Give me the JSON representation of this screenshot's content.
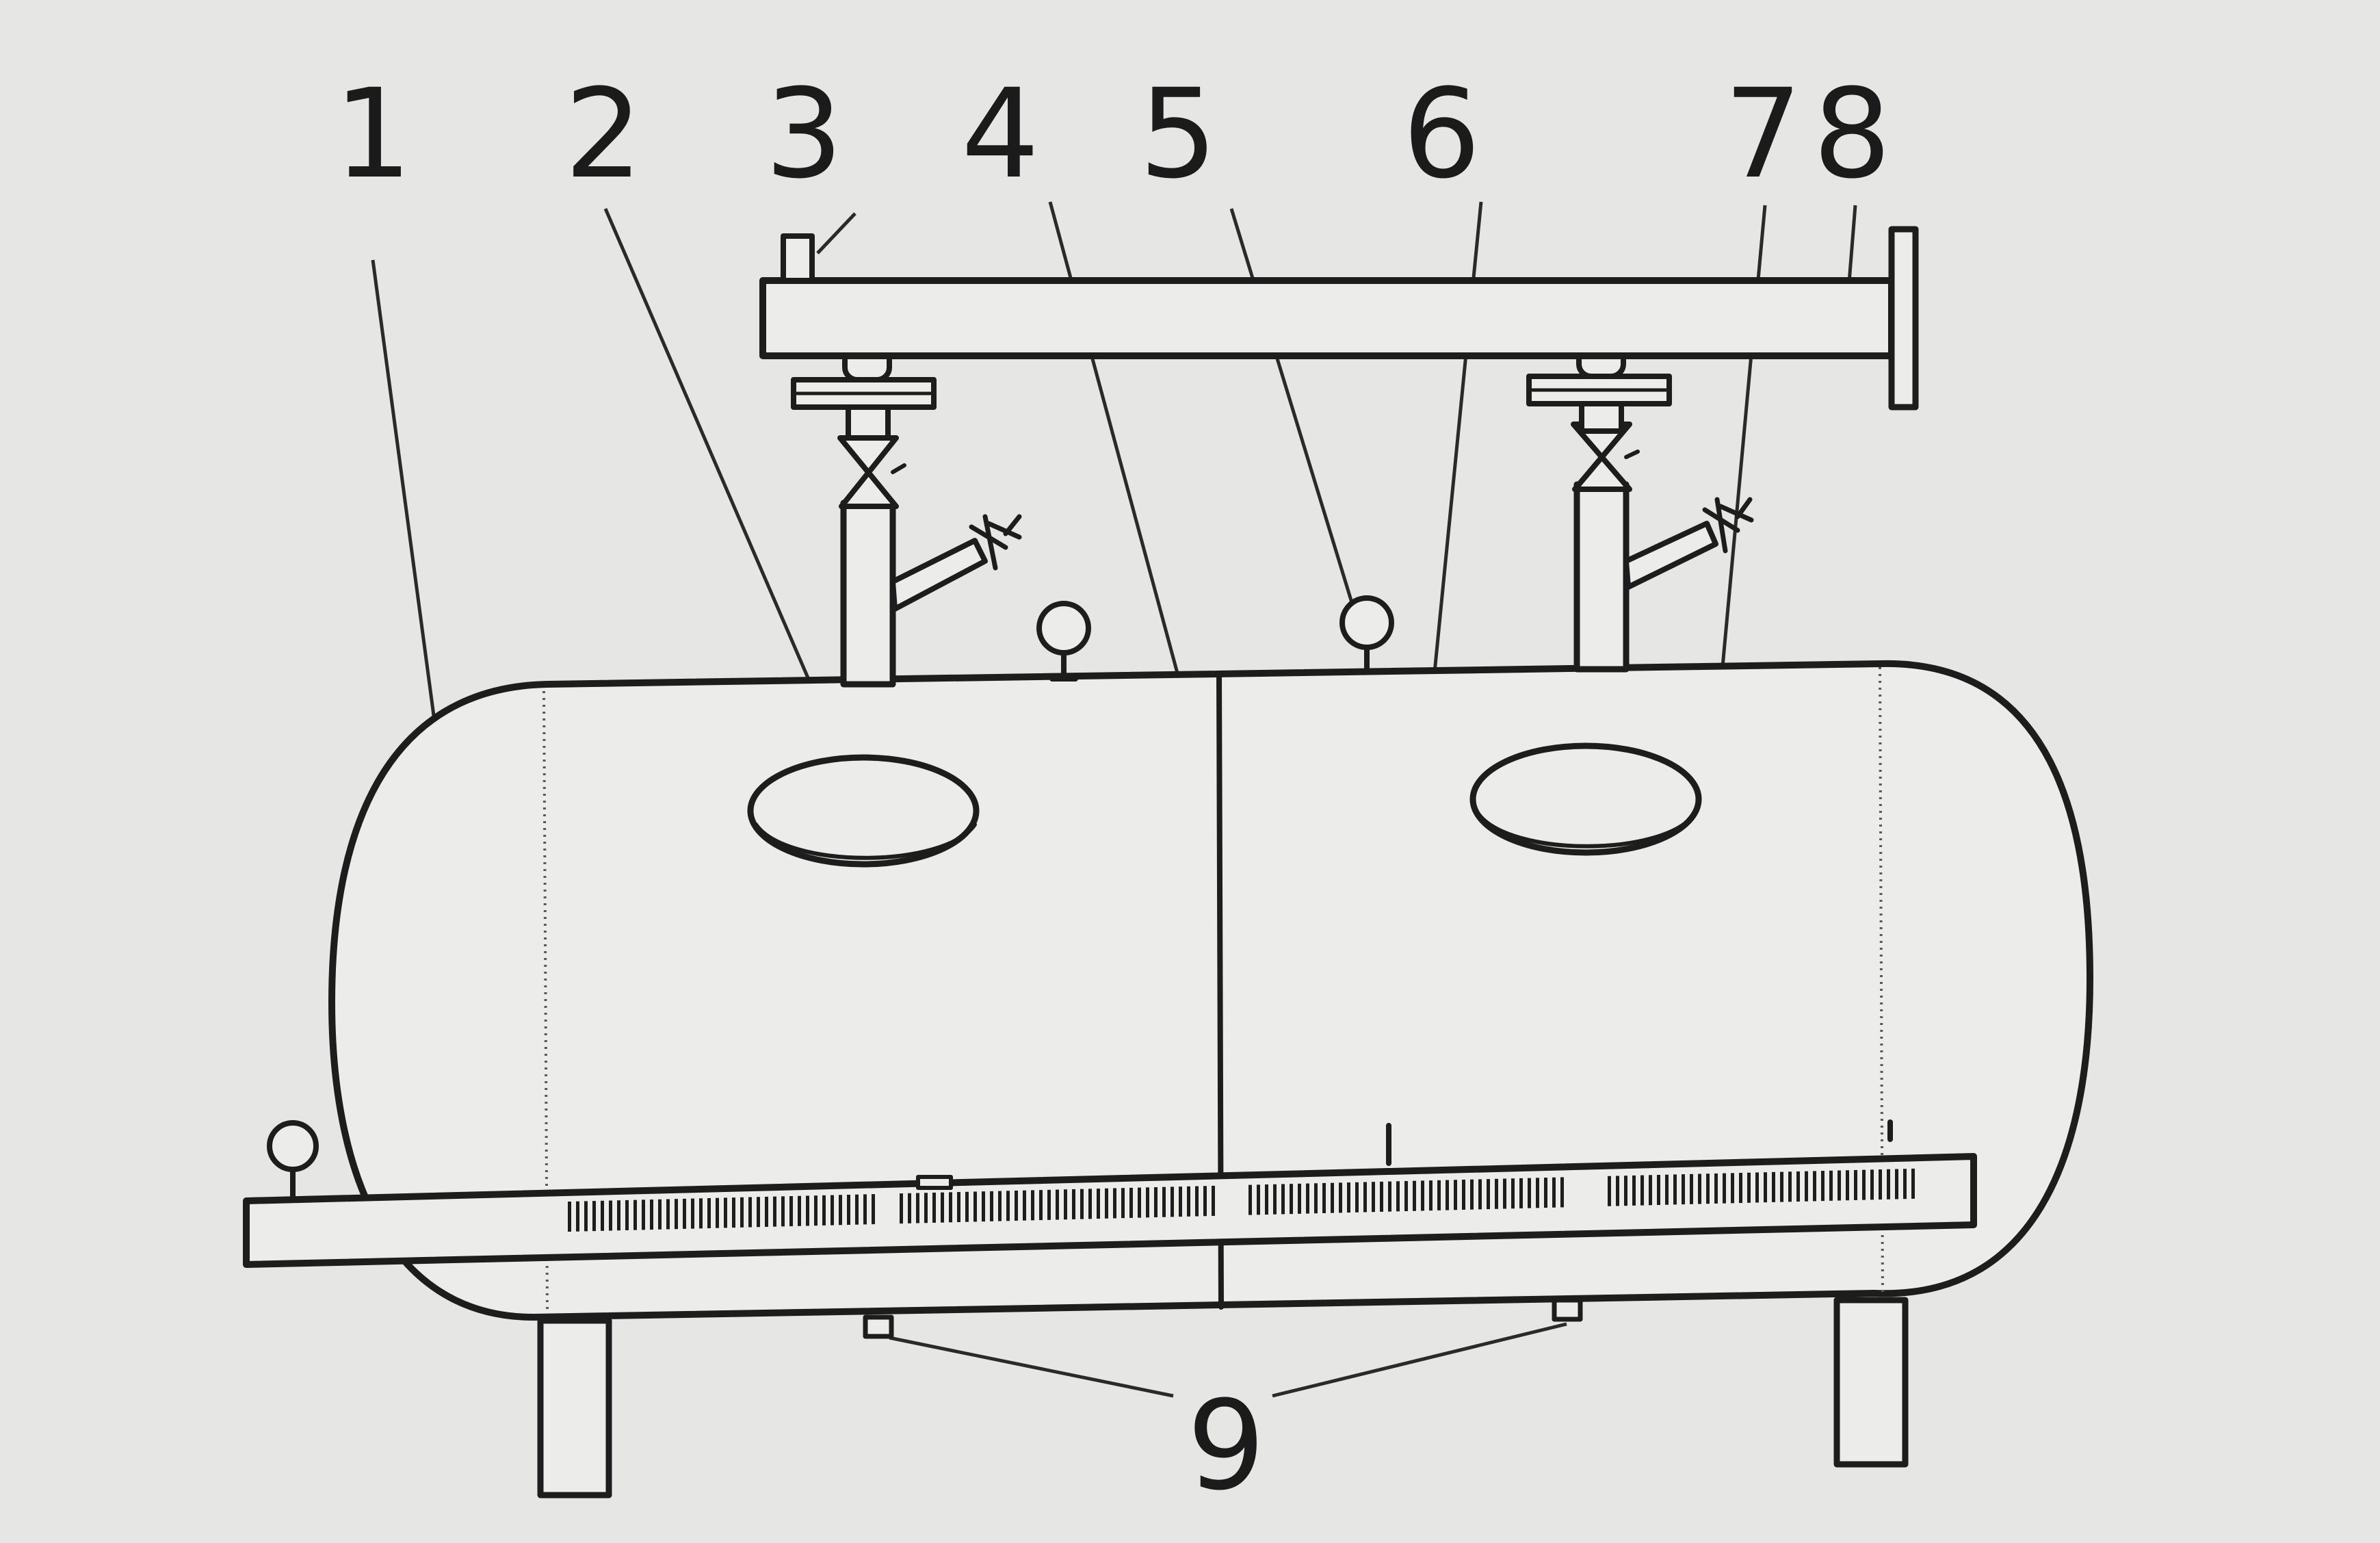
{
  "diagram": {
    "callouts": [
      {
        "id": "1",
        "text": "1"
      },
      {
        "id": "2",
        "text": "2"
      },
      {
        "id": "3",
        "text": "3"
      },
      {
        "id": "4",
        "text": "4"
      },
      {
        "id": "5",
        "text": "5"
      },
      {
        "id": "6",
        "text": "6"
      },
      {
        "id": "7",
        "text": "7"
      },
      {
        "id": "8",
        "text": "8"
      },
      {
        "id": "9",
        "text": "9"
      }
    ]
  },
  "colors": {
    "paper": "#e6e6e4",
    "ink": "#1d1d1d"
  }
}
